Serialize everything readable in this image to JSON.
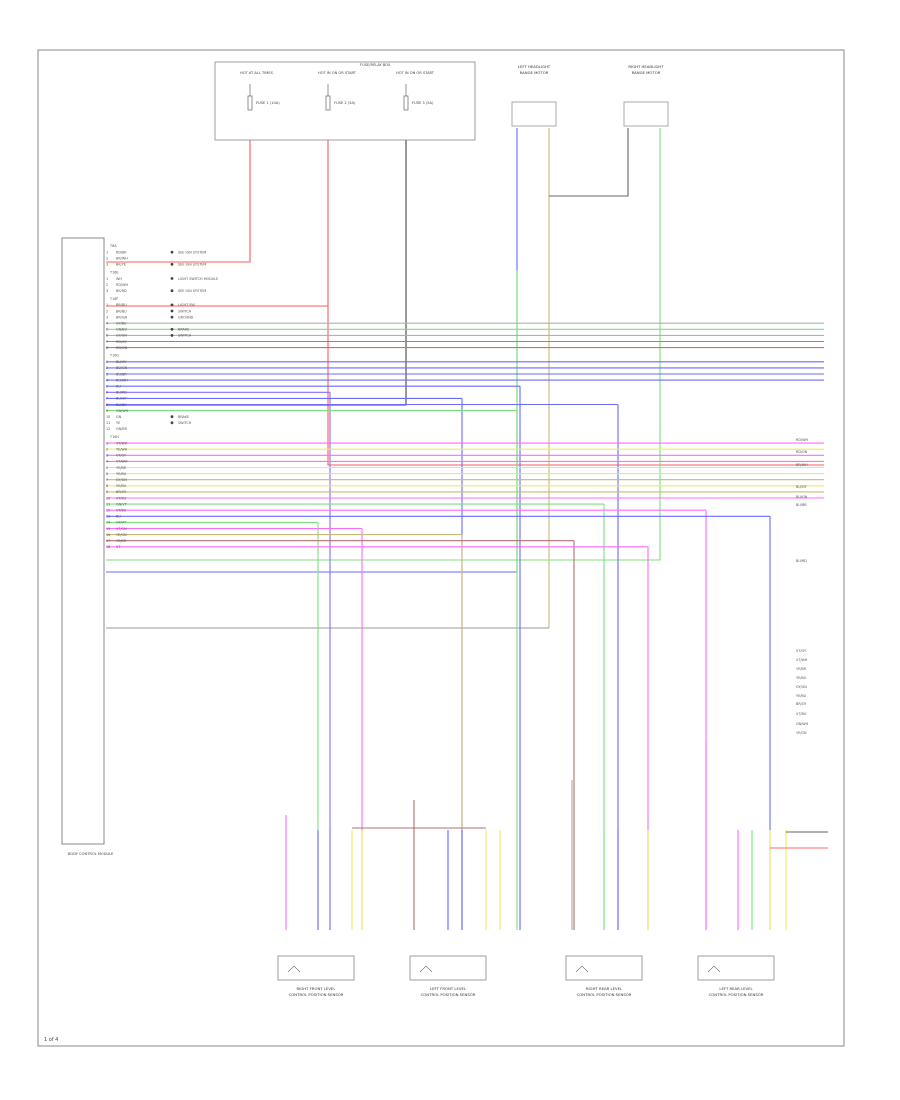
{
  "page_label": "1 of 4",
  "colors": {
    "red": "#ff5a5a",
    "pink": "#ff6a6a",
    "blue": "#6a6aff",
    "violet": "#8a6aff",
    "green": "#7ce07c",
    "yellow": "#ecec5a",
    "magenta": "#ff6aff",
    "tan": "#c8b87a",
    "orange": "#f0a060",
    "brown": "#b07070",
    "gray": "#b0b0b0",
    "black": "#444444"
  },
  "module": {
    "label": "BODY CONTROL MODULE",
    "groups": [
      {
        "connector": "T8A",
        "pins": [
          {
            "pin": "1",
            "wire": "RD/BK",
            "color": "red",
            "note": "SEE IGN SYSTEM"
          },
          {
            "pin": "2",
            "wire": "BR/WH",
            "color": "brown",
            "note": ""
          },
          {
            "pin": "3",
            "wire": "BK/YE",
            "color": "black",
            "note": "SEE IGN SYSTEM"
          }
        ]
      },
      {
        "connector": "T16E",
        "pins": [
          {
            "pin": "1",
            "wire": "WH",
            "color": "gray",
            "note": "LIGHT SWITCH MODULE"
          },
          {
            "pin": "2",
            "wire": "RD/WH",
            "color": "pink",
            "note": ""
          },
          {
            "pin": "3",
            "wire": "BK/RD",
            "color": "black",
            "note": "SEE IGN SYSTEM"
          }
        ]
      },
      {
        "connector": "T16F",
        "pins": [
          {
            "pin": "1",
            "wire": "BR/BU",
            "color": "brown",
            "note": "LIGHT SW"
          },
          {
            "pin": "2",
            "wire": "BR/BU",
            "color": "brown",
            "note": "SWITCH"
          },
          {
            "pin": "3",
            "wire": "BR/GN",
            "color": "brown",
            "note": "GROUND"
          },
          {
            "pin": "4",
            "wire": "GY/BU",
            "color": "gray",
            "note": ""
          },
          {
            "pin": "5",
            "wire": "GN/BU",
            "color": "green",
            "note": "BRAKE"
          },
          {
            "pin": "6",
            "wire": "GY/GN",
            "color": "gray",
            "note": "SWITCH"
          },
          {
            "pin": "7",
            "wire": "RD/GY",
            "color": "red",
            "note": ""
          },
          {
            "pin": "8",
            "wire": "RD/GN",
            "color": "red",
            "note": ""
          }
        ]
      },
      {
        "connector": "T16G",
        "pins": [
          {
            "pin": "1",
            "wire": "BU/GY",
            "color": "blue",
            "note": ""
          },
          {
            "pin": "2",
            "wire": "BU/GN",
            "color": "blue",
            "note": ""
          },
          {
            "pin": "3",
            "wire": "BU/BR",
            "color": "blue",
            "note": ""
          },
          {
            "pin": "4",
            "wire": "BU/WH",
            "color": "blue",
            "note": ""
          },
          {
            "pin": "5",
            "wire": "BU",
            "color": "blue",
            "note": ""
          },
          {
            "pin": "6",
            "wire": "BU/RD",
            "color": "violet",
            "note": ""
          },
          {
            "pin": "7",
            "wire": "BU/GY",
            "color": "blue",
            "note": ""
          },
          {
            "pin": "8",
            "wire": "BU/BK",
            "color": "blue",
            "note": ""
          },
          {
            "pin": "9",
            "wire": "GN/WH",
            "color": "green",
            "note": ""
          },
          {
            "pin": "10",
            "wire": "GN",
            "color": "green",
            "note": "BRAKE"
          },
          {
            "pin": "11",
            "wire": "YE",
            "color": "yellow",
            "note": "SWITCH"
          },
          {
            "pin": "12",
            "wire": "GN/BR",
            "color": "green",
            "note": ""
          }
        ]
      },
      {
        "connector": "T16H",
        "pins": [
          {
            "pin": "1",
            "wire": "VT/WH",
            "color": "magenta",
            "note": ""
          },
          {
            "pin": "2",
            "wire": "YE/WH",
            "color": "yellow",
            "note": ""
          },
          {
            "pin": "3",
            "wire": "VT/GY",
            "color": "magenta",
            "note": ""
          },
          {
            "pin": "4",
            "wire": "VT/WH",
            "color": "magenta",
            "note": ""
          },
          {
            "pin": "5",
            "wire": "YE/BR",
            "color": "yellow",
            "note": ""
          },
          {
            "pin": "6",
            "wire": "YE/BU",
            "color": "yellow",
            "note": ""
          },
          {
            "pin": "7",
            "wire": "GY/GN",
            "color": "tan",
            "note": ""
          },
          {
            "pin": "8",
            "wire": "YE/BU",
            "color": "yellow",
            "note": ""
          },
          {
            "pin": "9",
            "wire": "BR/GY",
            "color": "tan",
            "note": ""
          },
          {
            "pin": "10",
            "wire": "VT/BU",
            "color": "magenta",
            "note": ""
          },
          {
            "pin": "11",
            "wire": "GN/VT",
            "color": "green",
            "note": ""
          },
          {
            "pin": "12",
            "wire": "VT/BU",
            "color": "magenta",
            "note": ""
          },
          {
            "pin": "13",
            "wire": "BU",
            "color": "blue",
            "note": ""
          },
          {
            "pin": "14",
            "wire": "GY/VT",
            "color": "green",
            "note": ""
          },
          {
            "pin": "15",
            "wire": "VT/GN",
            "color": "magenta",
            "note": ""
          },
          {
            "pin": "16",
            "wire": "YE/GN",
            "color": "tan",
            "note": ""
          },
          {
            "pin": "17",
            "wire": "YE/BR",
            "color": "brown",
            "note": ""
          },
          {
            "pin": "18",
            "wire": "VT",
            "color": "magenta",
            "note": ""
          }
        ]
      }
    ]
  },
  "fuses": [
    {
      "label": "HOT AT ALL TIMES",
      "fuse": "FUSE 1 (10A)"
    },
    {
      "label": "HOT IN ON OR START",
      "fuse": "FUSE 2 (5A)"
    },
    {
      "label": "HOT IN ON OR START",
      "fuse": "FUSE 3 (5A)"
    }
  ],
  "fuse_box_title": "FUSE/RELAY BOX",
  "top_components": [
    {
      "label": "LEFT HEADLIGHT",
      "sub": "RANGE MOTOR"
    },
    {
      "label": "RIGHT HEADLIGHT",
      "sub": "RANGE MOTOR"
    }
  ],
  "right_wire_labels": [
    "RD/WH",
    "RD/GN",
    "BR/WH",
    "BU/GY",
    "BU/GN",
    "BU/BR",
    "BU/RD",
    "VT/GY",
    "VT/WH",
    "YE/BR",
    "YE/BU",
    "GY/GN",
    "YE/BU",
    "BR/GY",
    "VT/BU",
    "GN/WH",
    "YE/GN"
  ],
  "sensors": [
    {
      "name": "RIGHT FRONT LEVEL",
      "desc": "CONTROL POSITION SENSOR"
    },
    {
      "name": "LEFT FRONT LEVEL",
      "desc": "CONTROL POSITION SENSOR"
    },
    {
      "name": "RIGHT REAR LEVEL",
      "desc": "CONTROL POSITION SENSOR"
    },
    {
      "name": "LEFT REAR LEVEL",
      "desc": "CONTROL POSITION SENSOR"
    }
  ]
}
